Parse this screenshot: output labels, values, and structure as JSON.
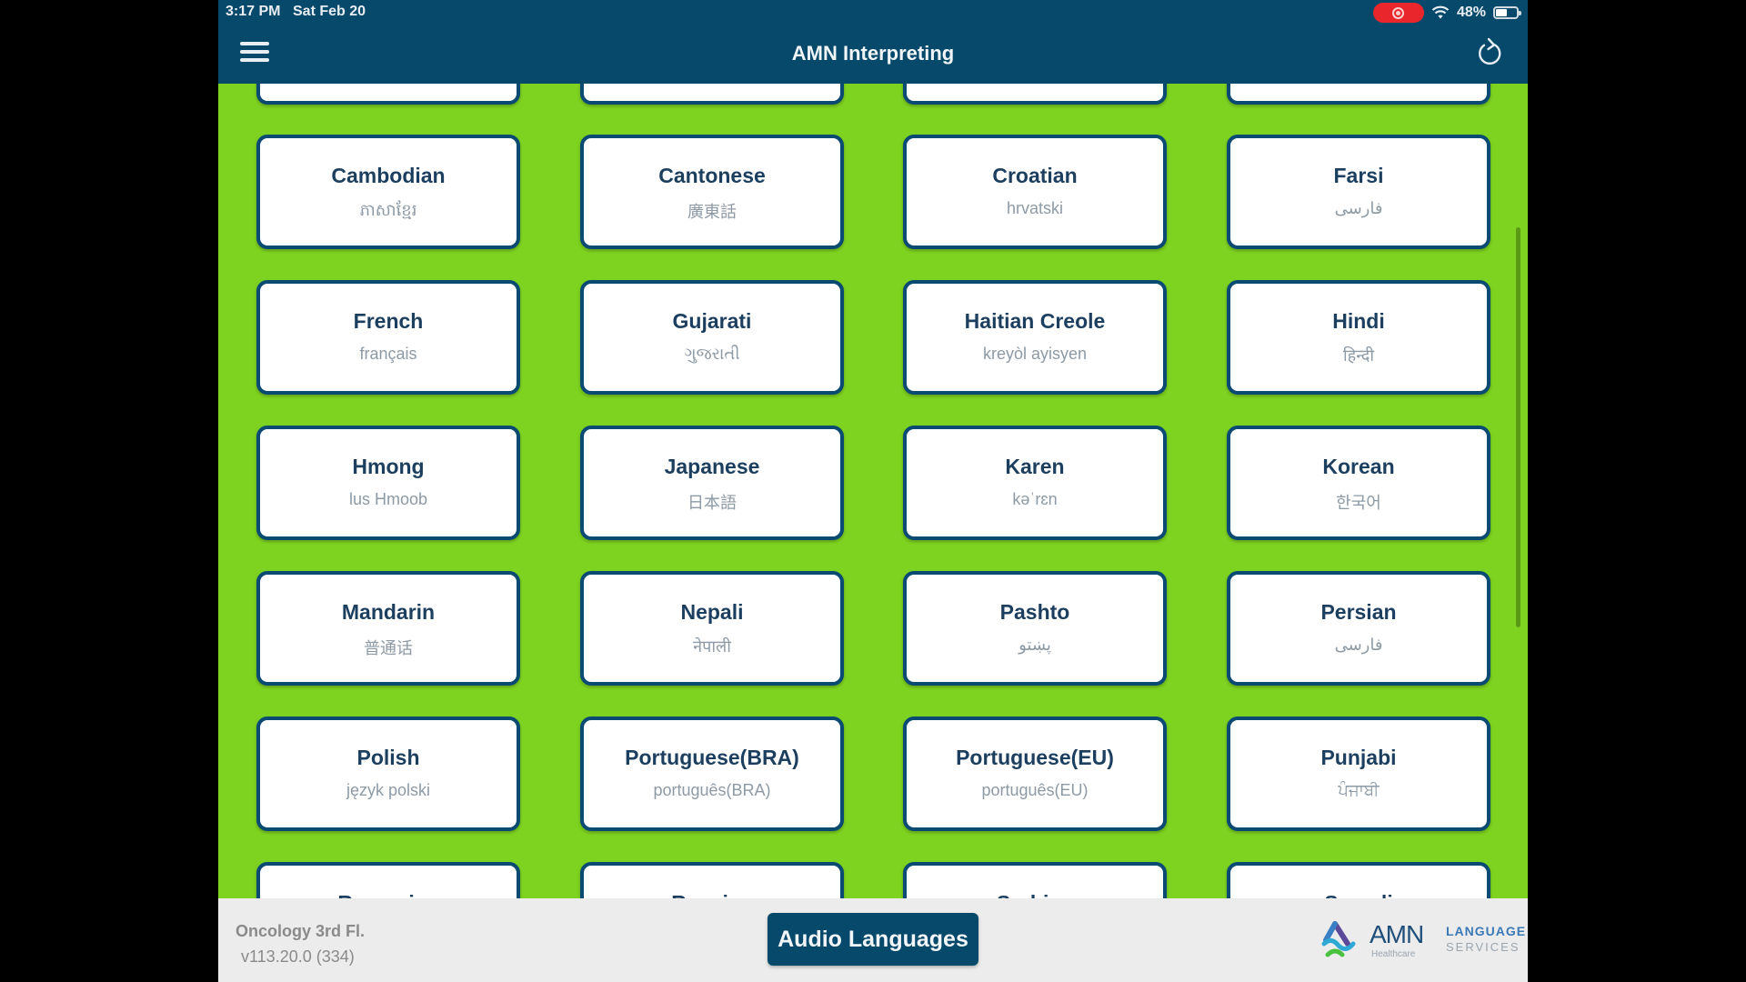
{
  "status_bar": {
    "time": "3:17 PM",
    "date": "Sat Feb 20",
    "battery": "48%",
    "battery_level": 48
  },
  "header": {
    "title": "AMN Interpreting",
    "menu_icon": "hamburger-icon",
    "refresh_icon": "refresh-icon"
  },
  "colors": {
    "header_bg": "#07496b",
    "content_bg": "#7ed321",
    "card_border": "#0b4a73",
    "recording_pill": "#e8262b",
    "footer_bg": "#ececec"
  },
  "languages": [
    {
      "en": "",
      "native": ""
    },
    {
      "en": "",
      "native": ""
    },
    {
      "en": "",
      "native": ""
    },
    {
      "en": "",
      "native": ""
    },
    {
      "en": "Cambodian",
      "native": "ភាសាខ្មែរ"
    },
    {
      "en": "Cantonese",
      "native": "廣東話"
    },
    {
      "en": "Croatian",
      "native": "hrvatski"
    },
    {
      "en": "Farsi",
      "native": "فارسی"
    },
    {
      "en": "French",
      "native": "français"
    },
    {
      "en": "Gujarati",
      "native": "ગુજરાતી"
    },
    {
      "en": "Haitian Creole",
      "native": "kreyòl ayisyen"
    },
    {
      "en": "Hindi",
      "native": "हिन्दी"
    },
    {
      "en": "Hmong",
      "native": "lus Hmoob"
    },
    {
      "en": "Japanese",
      "native": "日本語"
    },
    {
      "en": "Karen",
      "native": "kəˈrɛn"
    },
    {
      "en": "Korean",
      "native": "한국어"
    },
    {
      "en": "Mandarin",
      "native": "普通话"
    },
    {
      "en": "Nepali",
      "native": "नेपाली"
    },
    {
      "en": "Pashto",
      "native": "پښتو"
    },
    {
      "en": "Persian",
      "native": "فارسی"
    },
    {
      "en": "Polish",
      "native": "język polski"
    },
    {
      "en": "Portuguese(BRA)",
      "native": "português(BRA)"
    },
    {
      "en": "Portuguese(EU)",
      "native": "português(EU)"
    },
    {
      "en": "Punjabi",
      "native": "ਪੰਜਾਬੀ"
    },
    {
      "en": "Romanian",
      "native": ""
    },
    {
      "en": "Russian",
      "native": ""
    },
    {
      "en": "Serbian",
      "native": ""
    },
    {
      "en": "Somali",
      "native": ""
    }
  ],
  "footer": {
    "site_name": "Oncology 3rd Fl.",
    "version": "v113.20.0 (334)",
    "audio_button": "Audio Languages",
    "logo": {
      "brand": "AMN",
      "sub": "Healthcare",
      "line1": "LANGUAGE",
      "line2": "SERVICES"
    }
  }
}
